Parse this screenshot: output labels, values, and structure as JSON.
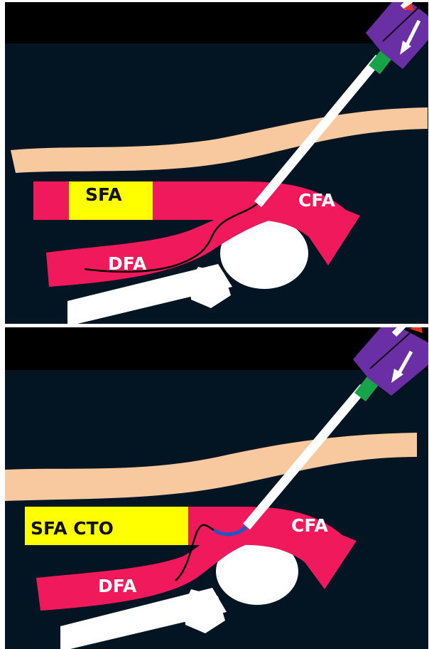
{
  "colors": {
    "background": "#031522",
    "header_band": "#000000",
    "skin": "#f8c99e",
    "artery": "#f0195b",
    "occlusion": "#ffff00",
    "bone": "#ffffff",
    "sheath_hub": "#6b2fa5",
    "sheath_collar": "#16a34a",
    "sheath": "#ffffff",
    "guidewire": "#000000",
    "catheter_tip": "#1f56c8",
    "hub_marker": "#e8341e"
  },
  "panels": [
    {
      "id": "antegrade-wire-in-dfa",
      "labels": {
        "sfa": "SFA",
        "cfa": "CFA",
        "dfa": "DFA"
      },
      "icons": [
        "syringe-hub-icon",
        "arrow-down-left-icon"
      ]
    },
    {
      "id": "catheter-engaging-sfa-cto",
      "labels": {
        "sfa": "SFA CTO",
        "cfa": "CFA",
        "dfa": "DFA"
      },
      "icons": [
        "syringe-hub-icon",
        "arrow-down-left-icon"
      ]
    }
  ]
}
